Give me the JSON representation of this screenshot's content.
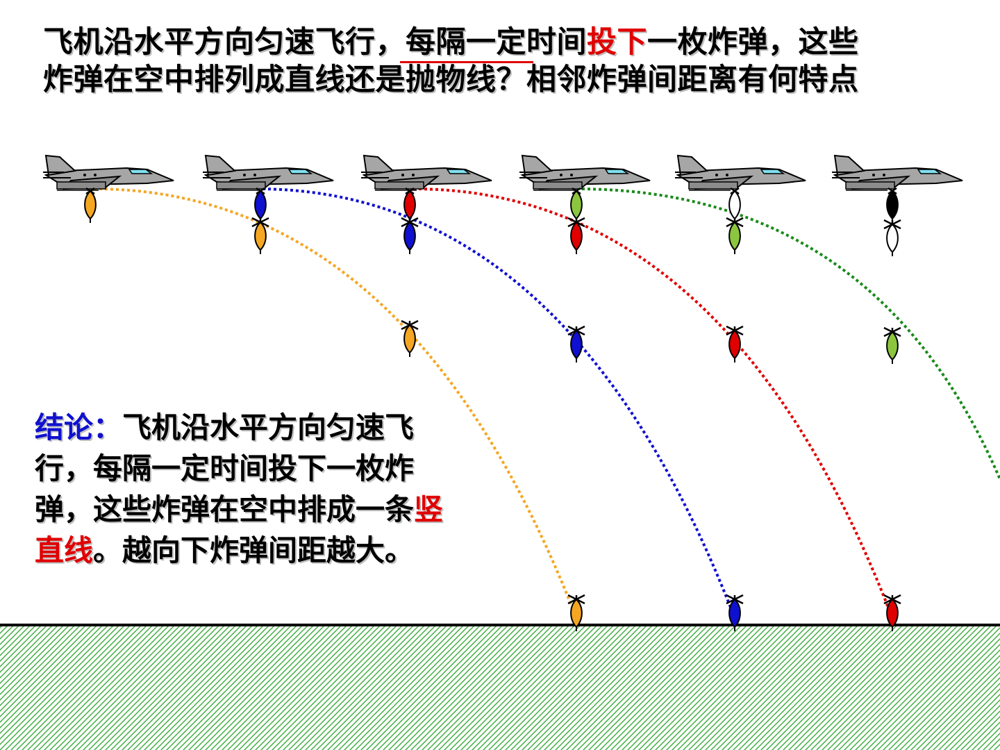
{
  "question": {
    "part1": "飞机沿水平方向匀速飞行，每隔一定时间",
    "highlight": "投下",
    "part2": "一枚炸弹，这些",
    "line2": "炸弹在空中排列成直线还是抛物线？相邻炸弹间距离有何特点"
  },
  "conclusion": {
    "label": "结论：",
    "text1": "飞机沿水平方向匀速飞行，每隔一定时间投下一枚炸弹，这些炸弹在空中排成一条",
    "highlight": "竖直线",
    "text2": "。越向下炸弹间距越大。"
  },
  "colors": {
    "orange": "#f5a623",
    "blue": "#1010d0",
    "red": "#e00000",
    "green": "#1a8a1a",
    "lime": "#8cc63f",
    "white": "#ffffff",
    "black": "#000000",
    "ground_hatch": "#3aaa3a",
    "plane_body": "#a6a6a6"
  },
  "planes": [
    {
      "name": "plane-1"
    },
    {
      "name": "plane-2"
    },
    {
      "name": "plane-3"
    },
    {
      "name": "plane-4"
    },
    {
      "name": "plane-5"
    },
    {
      "name": "plane-6"
    }
  ],
  "bombs": [
    {
      "name": "bomb-orange-1",
      "color": "orange"
    },
    {
      "name": "bomb-blue-1",
      "color": "blue"
    },
    {
      "name": "bomb-orange-2",
      "color": "orange"
    },
    {
      "name": "bomb-red-1",
      "color": "red"
    },
    {
      "name": "bomb-blue-2",
      "color": "blue"
    },
    {
      "name": "bomb-orange-3",
      "color": "orange"
    },
    {
      "name": "bomb-lime-1",
      "color": "lime"
    },
    {
      "name": "bomb-red-2",
      "color": "red"
    },
    {
      "name": "bomb-blue-3",
      "color": "blue"
    },
    {
      "name": "bomb-white-1",
      "color": "white"
    },
    {
      "name": "bomb-lime-2",
      "color": "lime"
    },
    {
      "name": "bomb-red-3",
      "color": "red"
    },
    {
      "name": "bomb-black-1",
      "color": "black"
    },
    {
      "name": "bomb-white-2",
      "color": "white"
    },
    {
      "name": "bomb-lime-3",
      "color": "lime"
    },
    {
      "name": "bomb-orange-ground",
      "color": "orange"
    },
    {
      "name": "bomb-blue-ground",
      "color": "blue"
    },
    {
      "name": "bomb-red-ground",
      "color": "red"
    }
  ],
  "trajectories": [
    {
      "name": "trajectory-orange",
      "color": "orange"
    },
    {
      "name": "trajectory-blue",
      "color": "blue"
    },
    {
      "name": "trajectory-red",
      "color": "red"
    },
    {
      "name": "trajectory-green",
      "color": "green"
    }
  ]
}
